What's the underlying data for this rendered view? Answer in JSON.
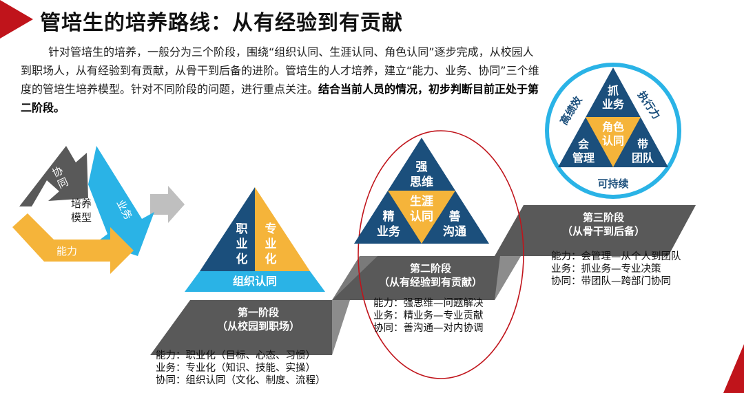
{
  "title": "管培生的培养路线：从有经验到有贡献",
  "intro": {
    "plain": "针对管培生的培养，一般分为三个阶段，围绕“组织认同、生涯认同、角色认同”逐步完成，从校园人到职场人，从有经验到有贡献，从骨干到后备的进阶。管培生的人才培养，建立“能力、业务、协同”三个维度的管培生培养模型。针对不同阶段的问题，进行重点关注。",
    "bold": "结合当前人员的情况，初步判断目前正处于第二阶段。"
  },
  "cycle": {
    "center": [
      "培养",
      "模型"
    ],
    "coop": [
      "协",
      "同"
    ],
    "business": "业务",
    "ability": "能力"
  },
  "stage1": {
    "title": "第一阶段",
    "subtitle": "（从校园到职场）",
    "left": [
      "职",
      "业",
      "化"
    ],
    "right": [
      "专",
      "业",
      "化"
    ],
    "base": "组织认同",
    "lines": [
      "能力：职业化（目标、心态、习惯）",
      "业务：专业化（知识、技能、实操）",
      "协同：组织认同（文化、制度、流程）"
    ]
  },
  "stage2": {
    "title": "第二阶段",
    "subtitle": "（从有经验到有贡献）",
    "top": [
      "强",
      "思维"
    ],
    "center": [
      "生涯",
      "认同"
    ],
    "left": [
      "精",
      "业务"
    ],
    "right": [
      "善",
      "沟通"
    ],
    "lines": [
      "能力：强思维—问题解决",
      "业务：精业务—专业贡献",
      "协同：善沟通—对内协调"
    ]
  },
  "stage3": {
    "title": "第三阶段",
    "subtitle": "（从骨干到后备）",
    "top": [
      "抓",
      "业务"
    ],
    "center": [
      "角色",
      "认同"
    ],
    "left": [
      "会",
      "管理"
    ],
    "right": [
      "带",
      "团队"
    ],
    "ring_left": "高绩效",
    "ring_right": "执行力",
    "ring_bottom": "可持续",
    "lines": [
      "能力：会管理—从个人到团队",
      "业务：抓业务—专业决策",
      "协同：带团队—跨部门协同"
    ]
  },
  "colors": {
    "navy": "#1b4f7c",
    "gold": "#f5b43a",
    "cyan": "#2ab3e6",
    "gray": "#595959",
    "red": "#c0141b"
  }
}
